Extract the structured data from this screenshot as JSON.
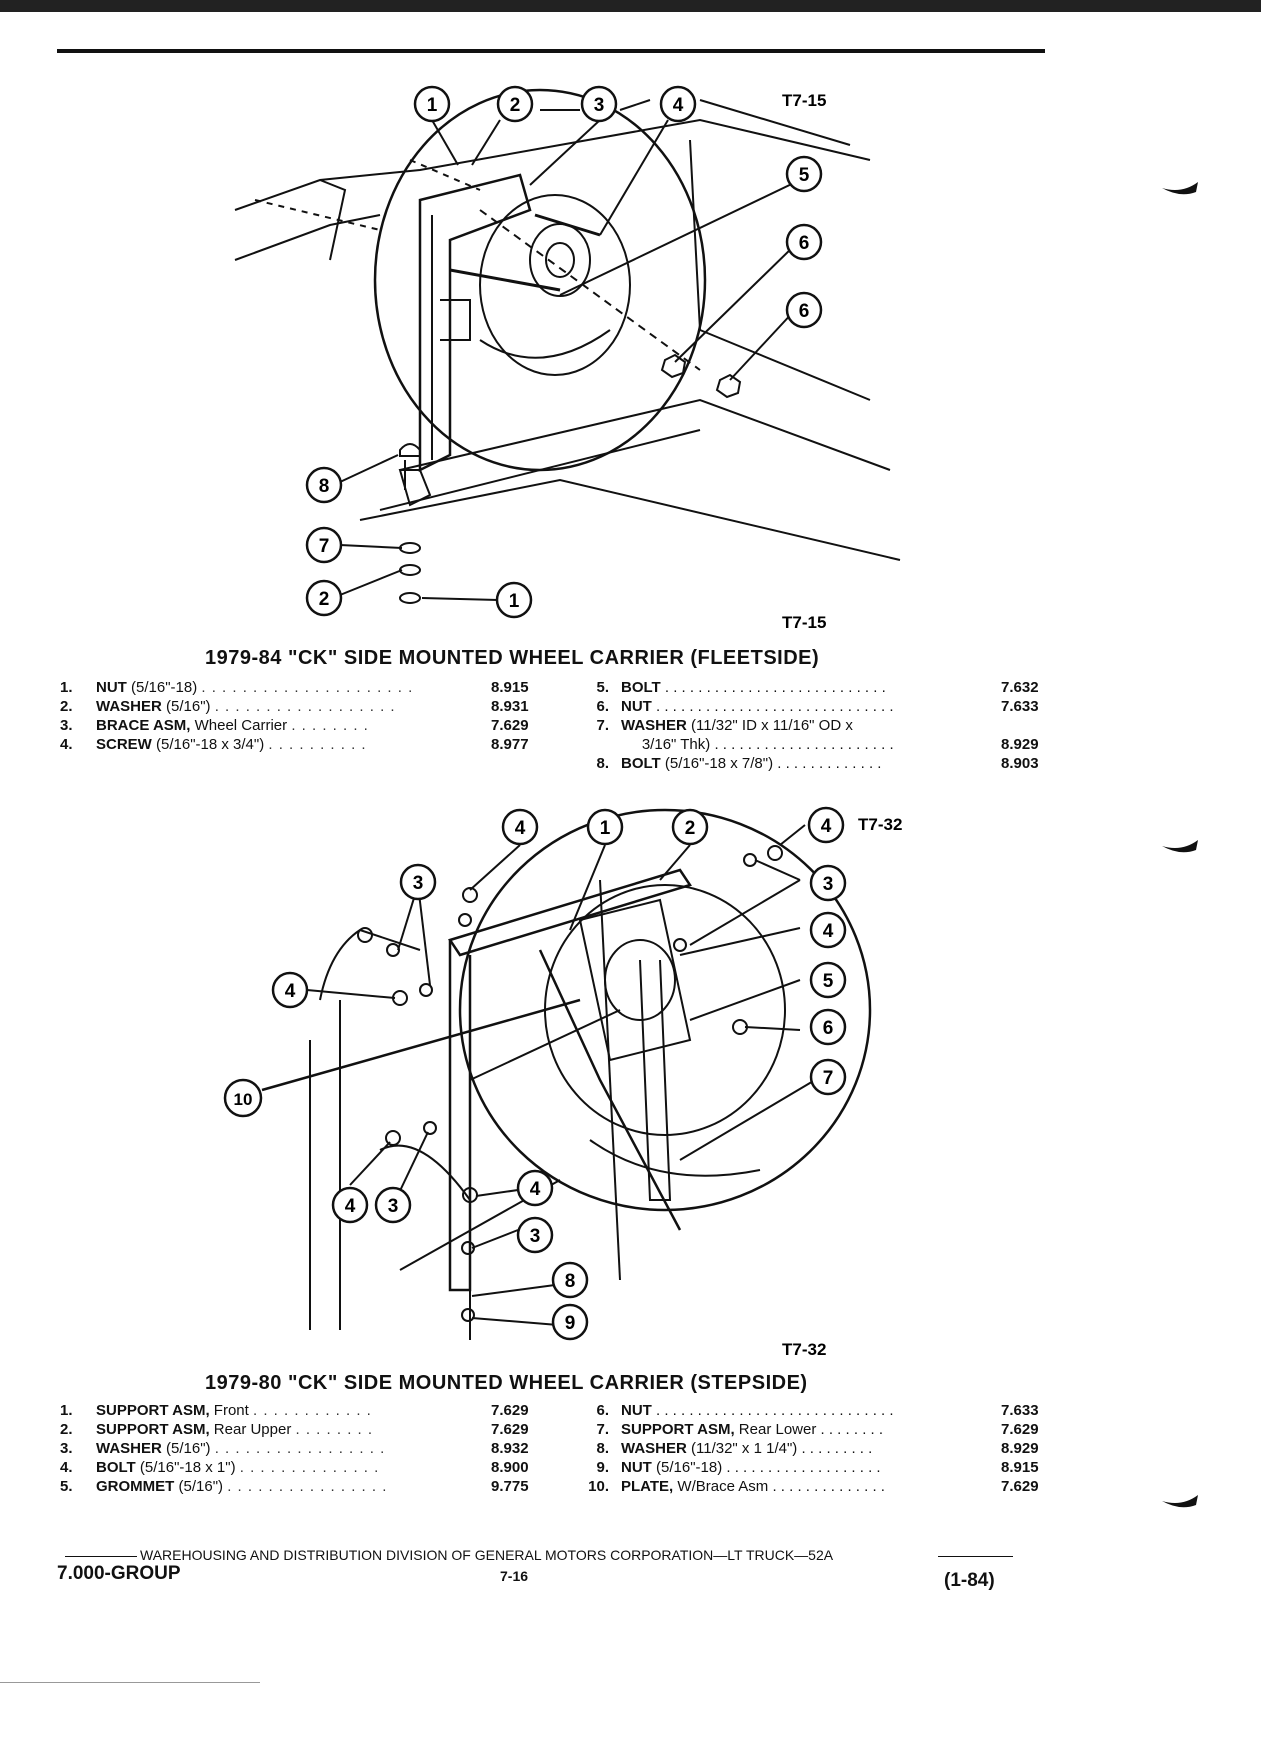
{
  "figure_top": {
    "code_top": "T7-15",
    "code_bottom": "T7-15",
    "callouts": [
      "1",
      "2",
      "3",
      "4",
      "5",
      "6",
      "6",
      "8",
      "7",
      "2",
      "1"
    ]
  },
  "section_top": {
    "title": "1979-84 \"CK\" SIDE MOUNTED WHEEL CARRIER (FLEETSIDE)",
    "items": [
      {
        "num": "1.",
        "name": "NUT",
        "detail": "(5/16\"-18)",
        "value": "8.915"
      },
      {
        "num": "2.",
        "name": "WASHER",
        "detail": "(5/16\")",
        "value": "8.931"
      },
      {
        "num": "3.",
        "name": "BRACE ASM,",
        "detail": "Wheel Carrier",
        "value": "7.629"
      },
      {
        "num": "4.",
        "name": "SCREW",
        "detail": "(5/16\"-18 x 3/4\")",
        "value": "8.977"
      },
      {
        "num": "5.",
        "name": "BOLT",
        "detail": "",
        "value": "7.632"
      },
      {
        "num": "6.",
        "name": "NUT",
        "detail": "",
        "value": "7.633"
      },
      {
        "num": "7.",
        "name": "WASHER",
        "detail": "(11/32\" ID x 11/16\" OD x",
        "detail2": "3/16\" Thk)",
        "value": "8.929"
      },
      {
        "num": "8.",
        "name": "BOLT",
        "detail": "(5/16\"-18 x 7/8\")",
        "value": "8.903"
      }
    ]
  },
  "figure_bottom": {
    "code_top": "T7-32",
    "code_bottom": "T7-32",
    "callouts": [
      "4",
      "1",
      "2",
      "4",
      "3",
      "3",
      "4",
      "5",
      "6",
      "7",
      "4",
      "10",
      "4",
      "3",
      "4",
      "3",
      "8",
      "9"
    ]
  },
  "section_bottom": {
    "title": "1979-80 \"CK\" SIDE MOUNTED WHEEL CARRIER (STEPSIDE)",
    "items": [
      {
        "num": "1.",
        "name": "SUPPORT ASM,",
        "detail": "Front",
        "value": "7.629"
      },
      {
        "num": "2.",
        "name": "SUPPORT ASM,",
        "detail": "Rear Upper",
        "value": "7.629"
      },
      {
        "num": "3.",
        "name": "WASHER",
        "detail": "(5/16\")",
        "value": "8.932"
      },
      {
        "num": "4.",
        "name": "BOLT",
        "detail": "(5/16\"-18 x 1\")",
        "value": "8.900"
      },
      {
        "num": "5.",
        "name": "GROMMET",
        "detail": "(5/16\")",
        "value": "9.775"
      },
      {
        "num": "6.",
        "name": "NUT",
        "detail": "",
        "value": "7.633"
      },
      {
        "num": "7.",
        "name": "SUPPORT ASM,",
        "detail": "Rear Lower",
        "value": "7.629"
      },
      {
        "num": "8.",
        "name": "WASHER",
        "detail": "(11/32\" x 1 1/4\")",
        "value": "8.929"
      },
      {
        "num": "9.",
        "name": "NUT",
        "detail": "(5/16\"-18)",
        "value": "8.915"
      },
      {
        "num": "10.",
        "name": "PLATE,",
        "detail": "W/Brace Asm",
        "value": "7.629"
      }
    ]
  },
  "footer": {
    "line": "WAREHOUSING AND DISTRIBUTION  DIVISION OF GENERAL MOTORS CORPORATION—LT TRUCK—52A",
    "group": "7.000-GROUP",
    "page": "7-16",
    "date": "(1-84)"
  }
}
